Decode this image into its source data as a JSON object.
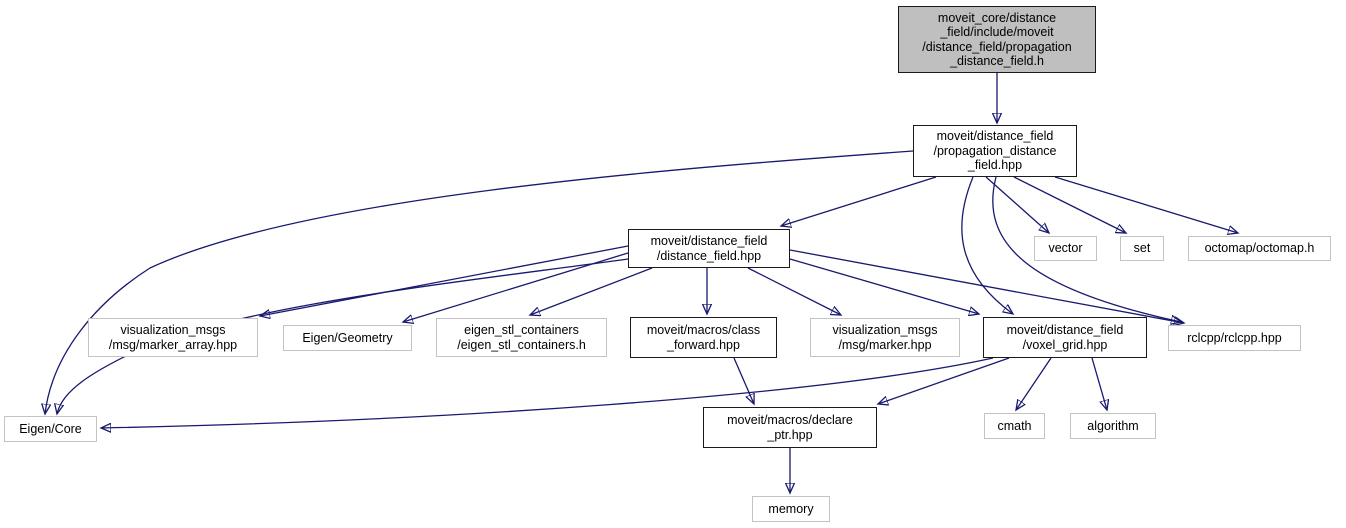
{
  "diagram": {
    "type": "include-dependency-graph",
    "colors": {
      "edge": "#191970",
      "root_fill": "#bfbfbf",
      "internal_border": "#1a1a1a",
      "external_border": "#c3c3c3",
      "background": "#ffffff"
    },
    "nodes": {
      "root": {
        "label": "moveit_core/distance\n_field/include/moveit\n/distance_field/propagation\n_distance_field.h"
      },
      "prop_hpp": {
        "label": "moveit/distance_field\n/propagation_distance\n_field.hpp"
      },
      "df_hpp": {
        "label": "moveit/distance_field\n/distance_field.hpp"
      },
      "vector": {
        "label": "vector"
      },
      "set": {
        "label": "set"
      },
      "octomap": {
        "label": "octomap/octomap.h"
      },
      "marker_array": {
        "label": "visualization_msgs\n/msg/marker_array.hpp"
      },
      "eigen_geometry": {
        "label": "Eigen/Geometry"
      },
      "eigen_stl": {
        "label": "eigen_stl_containers\n/eigen_stl_containers.h"
      },
      "class_forward": {
        "label": "moveit/macros/class\n_forward.hpp"
      },
      "marker": {
        "label": "visualization_msgs\n/msg/marker.hpp"
      },
      "voxel_grid": {
        "label": "moveit/distance_field\n/voxel_grid.hpp"
      },
      "rclcpp": {
        "label": "rclcpp/rclcpp.hpp"
      },
      "eigen_core": {
        "label": "Eigen/Core"
      },
      "declare_ptr": {
        "label": "moveit/macros/declare\n_ptr.hpp"
      },
      "cmath": {
        "label": "cmath"
      },
      "algorithm": {
        "label": "algorithm"
      },
      "memory": {
        "label": "memory"
      }
    },
    "edges": [
      {
        "from": "root",
        "to": "prop_hpp"
      },
      {
        "from": "prop_hpp",
        "to": "df_hpp"
      },
      {
        "from": "prop_hpp",
        "to": "eigen_core"
      },
      {
        "from": "prop_hpp",
        "to": "vector"
      },
      {
        "from": "prop_hpp",
        "to": "set"
      },
      {
        "from": "prop_hpp",
        "to": "octomap"
      },
      {
        "from": "prop_hpp",
        "to": "voxel_grid"
      },
      {
        "from": "prop_hpp",
        "to": "rclcpp"
      },
      {
        "from": "df_hpp",
        "to": "marker_array"
      },
      {
        "from": "df_hpp",
        "to": "eigen_geometry"
      },
      {
        "from": "df_hpp",
        "to": "eigen_stl"
      },
      {
        "from": "df_hpp",
        "to": "class_forward"
      },
      {
        "from": "df_hpp",
        "to": "marker"
      },
      {
        "from": "df_hpp",
        "to": "voxel_grid"
      },
      {
        "from": "df_hpp",
        "to": "rclcpp"
      },
      {
        "from": "df_hpp",
        "to": "eigen_core"
      },
      {
        "from": "class_forward",
        "to": "declare_ptr"
      },
      {
        "from": "voxel_grid",
        "to": "declare_ptr"
      },
      {
        "from": "voxel_grid",
        "to": "eigen_core"
      },
      {
        "from": "voxel_grid",
        "to": "cmath"
      },
      {
        "from": "voxel_grid",
        "to": "algorithm"
      },
      {
        "from": "declare_ptr",
        "to": "memory"
      }
    ]
  }
}
